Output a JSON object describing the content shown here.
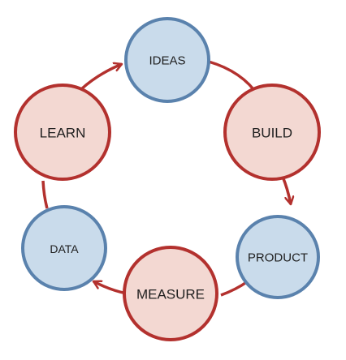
{
  "colors": {
    "blue_fill": "#c9dbeb",
    "blue_stroke": "#5a82ad",
    "red_fill": "#f3d8d2",
    "red_stroke": "#b3312e",
    "arrow": "#b3312e"
  },
  "nodes": [
    {
      "id": "ideas",
      "label": "IDEAS",
      "color": "blue"
    },
    {
      "id": "build",
      "label": "BUILD",
      "color": "red"
    },
    {
      "id": "product",
      "label": "PRODUCT",
      "color": "blue"
    },
    {
      "id": "measure",
      "label": "MEASURE",
      "color": "red"
    },
    {
      "id": "data",
      "label": "DATA",
      "color": "blue"
    },
    {
      "id": "learn",
      "label": "LEARN",
      "color": "red"
    }
  ],
  "edges": [
    {
      "from": "ideas",
      "to": "build",
      "arrowhead": false
    },
    {
      "from": "build",
      "to": "product",
      "arrowhead": true
    },
    {
      "from": "product",
      "to": "measure",
      "arrowhead": false
    },
    {
      "from": "measure",
      "to": "data",
      "arrowhead": true
    },
    {
      "from": "data",
      "to": "learn",
      "arrowhead": false
    },
    {
      "from": "learn",
      "to": "ideas",
      "arrowhead": true
    }
  ]
}
